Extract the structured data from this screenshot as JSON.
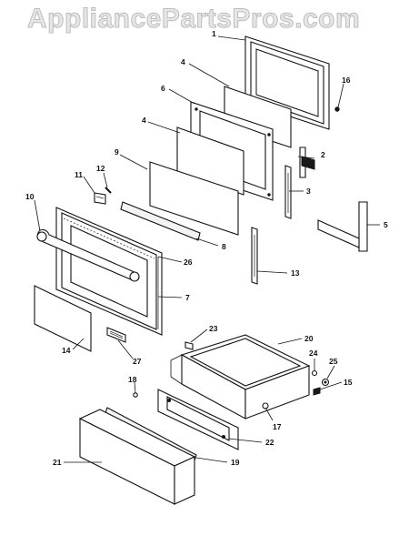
{
  "watermark": "AppliancePartsPros.com",
  "callouts": [
    {
      "id": "c1",
      "label": "1"
    },
    {
      "id": "c2",
      "label": "2"
    },
    {
      "id": "c3",
      "label": "3"
    },
    {
      "id": "c4a",
      "label": "4"
    },
    {
      "id": "c4b",
      "label": "4"
    },
    {
      "id": "c5",
      "label": "5"
    },
    {
      "id": "c6",
      "label": "6"
    },
    {
      "id": "c7",
      "label": "7"
    },
    {
      "id": "c8",
      "label": "8"
    },
    {
      "id": "c9",
      "label": "9"
    },
    {
      "id": "c10",
      "label": "10"
    },
    {
      "id": "c11",
      "label": "11"
    },
    {
      "id": "c12",
      "label": "12"
    },
    {
      "id": "c13",
      "label": "13"
    },
    {
      "id": "c14",
      "label": "14"
    },
    {
      "id": "c15",
      "label": "15"
    },
    {
      "id": "c16",
      "label": "16"
    },
    {
      "id": "c17",
      "label": "17"
    },
    {
      "id": "c18",
      "label": "18"
    },
    {
      "id": "c19",
      "label": "19"
    },
    {
      "id": "c20",
      "label": "20"
    },
    {
      "id": "c21",
      "label": "21"
    },
    {
      "id": "c22",
      "label": "22"
    },
    {
      "id": "c23",
      "label": "23"
    },
    {
      "id": "c24",
      "label": "24"
    },
    {
      "id": "c25",
      "label": "25"
    },
    {
      "id": "c26",
      "label": "26"
    },
    {
      "id": "c27",
      "label": "27"
    }
  ]
}
